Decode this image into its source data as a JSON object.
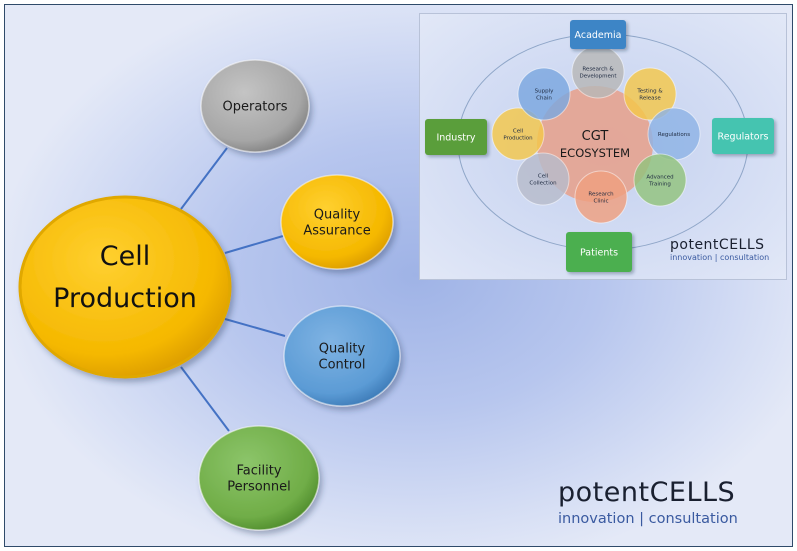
{
  "main_diagram": {
    "center": {
      "line1": "Cell",
      "line2": "Production",
      "color": "#f5b800"
    },
    "nodes": [
      {
        "id": "operators",
        "lines": [
          "Operators"
        ],
        "color": "#a9a9a9"
      },
      {
        "id": "quality-assurance",
        "lines": [
          "Quality",
          "Assurance"
        ],
        "color": "#f5b800"
      },
      {
        "id": "quality-control",
        "lines": [
          "Quality",
          "Control"
        ],
        "color": "#5b9bd5"
      },
      {
        "id": "facility-personnel",
        "lines": [
          "Facility",
          "Personnel"
        ],
        "color": "#70ad47"
      }
    ],
    "connector_color": "#4472c4"
  },
  "ecosystem_inset": {
    "center": {
      "line1": "CGT",
      "line2": "ECOSYSTEM",
      "color": "#e8a08a"
    },
    "petals": [
      {
        "lines": [
          "Research &",
          "Development"
        ],
        "color": "#b8b8b8"
      },
      {
        "lines": [
          "Testing &",
          "Release"
        ],
        "color": "#f5c84a"
      },
      {
        "lines": [
          "Regulations"
        ],
        "color": "#8fb4e6"
      },
      {
        "lines": [
          "Advanced",
          "Training"
        ],
        "color": "#93c47d"
      },
      {
        "lines": [
          "Research",
          "Clinic"
        ],
        "color": "#f0a080"
      },
      {
        "lines": [
          "Cell",
          "Collection"
        ],
        "color": "#b8bccc"
      },
      {
        "lines": [
          "Cell",
          "Production"
        ],
        "color": "#f5c84a"
      },
      {
        "lines": [
          "Supply",
          "Chain"
        ],
        "color": "#7ca8e0"
      }
    ],
    "stakeholders": [
      {
        "id": "academia",
        "label": "Academia",
        "color": "#3d85c6"
      },
      {
        "id": "regulators",
        "label": "Regulators",
        "color": "#45c4b0"
      },
      {
        "id": "patients",
        "label": "Patients",
        "color": "#4caf50"
      },
      {
        "id": "industry",
        "label": "Industry",
        "color": "#5a9e3a"
      }
    ],
    "logo": {
      "brand_bold": "potent",
      "brand_rest": "CELLS",
      "tagline": "innovation | consultation"
    }
  },
  "footer_logo": {
    "brand_bold": "potent",
    "brand_rest": "CELLS",
    "tagline": "innovation | consultation"
  }
}
